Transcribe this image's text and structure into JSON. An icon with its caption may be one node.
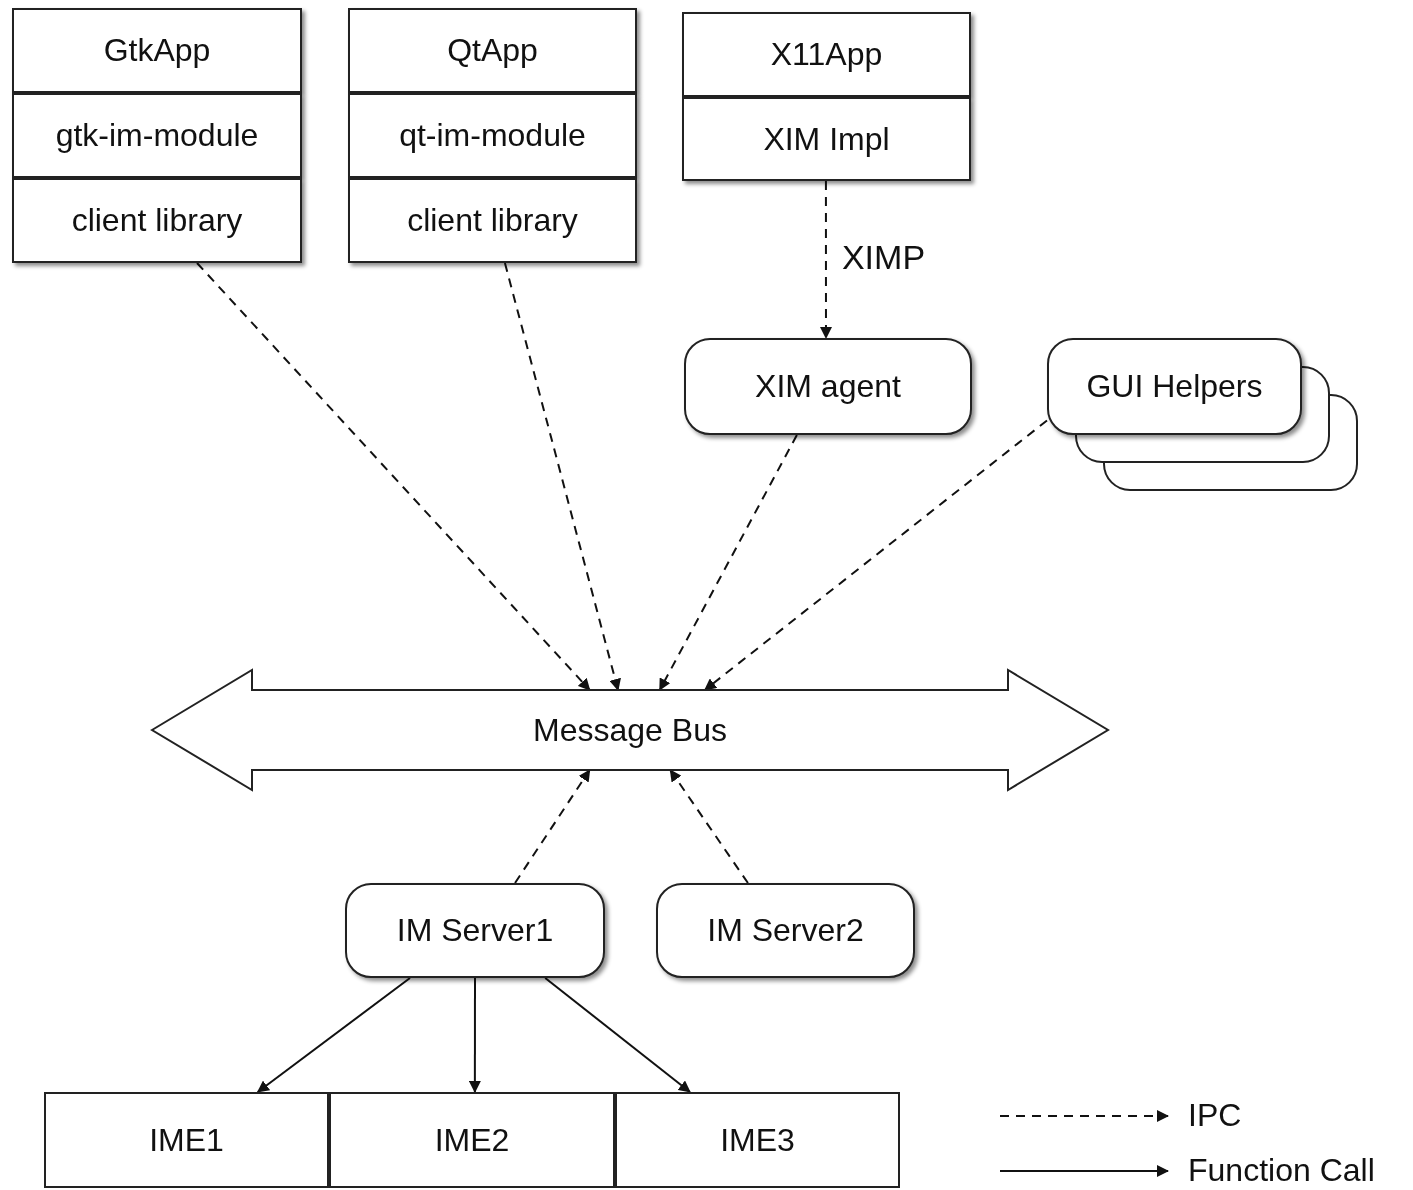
{
  "diagram": {
    "nodes": [
      {
        "text": [
          "GtkApp"
        ]
      },
      {
        "text": [
          "gtk-im-module"
        ]
      },
      {
        "text": [
          "client library"
        ]
      },
      {
        "text": [
          "QtApp"
        ]
      },
      {
        "text": [
          "qt-im-module"
        ]
      },
      {
        "text": [
          "client library"
        ]
      },
      {
        "text": [
          "X11App"
        ]
      },
      {
        "text": [
          "XIM Impl"
        ]
      },
      {
        "text": [
          "XIM agent"
        ]
      },
      {
        "text": [
          "GUI Helpers"
        ]
      },
      {
        "text": [
          "Message Bus"
        ]
      },
      {
        "text": [
          "IM Server1"
        ]
      },
      {
        "text": [
          "IM Server2"
        ]
      },
      {
        "text": [
          "IME1"
        ]
      },
      {
        "text": [
          "IME2"
        ]
      },
      {
        "text": [
          "IME3"
        ]
      }
    ],
    "edges": [
      {
        "from": 2,
        "to": 10,
        "arrow": "to",
        "style": "dashed"
      },
      {
        "from": 5,
        "to": 10,
        "arrow": "to",
        "style": "dashed"
      },
      {
        "from": 7,
        "to": 8,
        "arrow": "to",
        "style": "dashed",
        "label": "XIMP"
      },
      {
        "from": 8,
        "to": 10,
        "arrow": "to",
        "style": "dashed"
      },
      {
        "from": 9,
        "to": 10,
        "arrow": "to",
        "style": "dashed"
      },
      {
        "from": 11,
        "to": 10,
        "arrow": "to",
        "style": "dashed"
      },
      {
        "from": 12,
        "to": 10,
        "arrow": "to",
        "style": "dashed"
      },
      {
        "from": 11,
        "to": 13,
        "arrow": "to"
      },
      {
        "from": 11,
        "to": 14,
        "arrow": "to"
      },
      {
        "from": 11,
        "to": 15,
        "arrow": "to"
      }
    ],
    "legend": [
      {
        "text": "IPC"
      },
      {
        "text": "Function Call"
      }
    ]
  }
}
